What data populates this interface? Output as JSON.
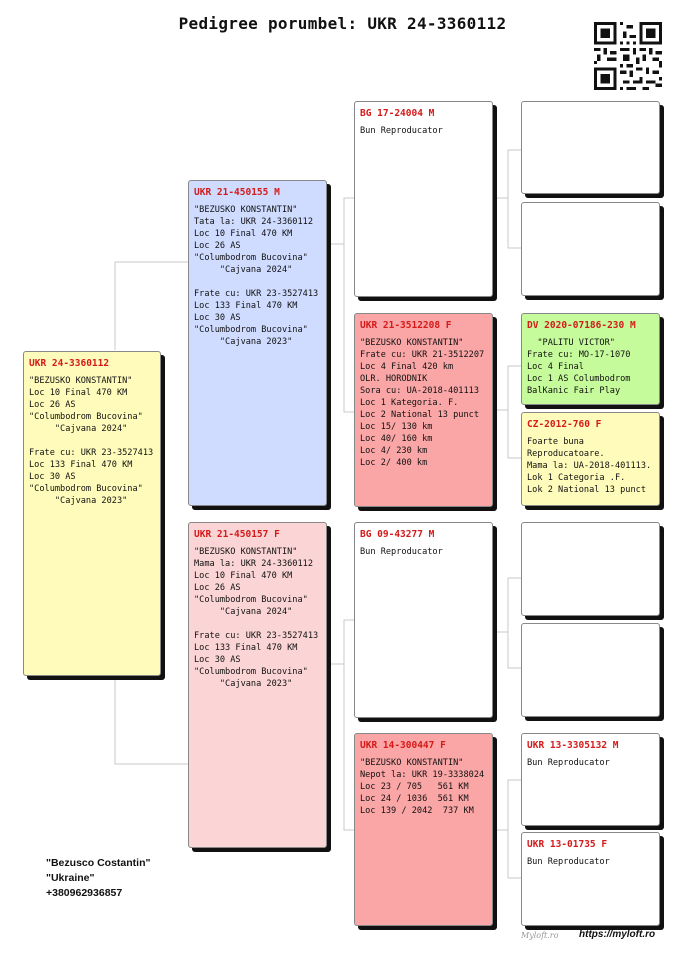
{
  "title": "Pedigree porumbel: UKR 24-3360112",
  "subject": {
    "id": "UKR 24-3360112",
    "text": "\"BEZUSKO KONSTANTIN\"\nLoc 10 Final 470 KM\nLoc 26 AS\n\"Columbodrom Bucovina\"\n     \"Cajvana 2024\"\n\nFrate cu: UKR 23-3527413\nLoc 133 Final 470 KM\nLoc 30 AS\n\"Columbodrom Bucovina\"\n     \"Cajvana 2023\""
  },
  "sire": {
    "id": "UKR 21-450155 M",
    "text": "\"BEZUSKO KONSTANTIN\"\nTata la: UKR 24-3360112\nLoc 10 Final 470 KM\nLoc 26 AS\n\"Columbodrom Bucovina\"\n     \"Cajvana 2024\"\n\nFrate cu: UKR 23-3527413\nLoc 133 Final 470 KM\nLoc 30 AS\n\"Columbodrom Bucovina\"\n     \"Cajvana 2023\""
  },
  "dam": {
    "id": "UKR 21-450157 F",
    "text": "\"BEZUSKO KONSTANTIN\"\nMama la: UKR 24-3360112\nLoc 10 Final 470 KM\nLoc 26 AS\n\"Columbodrom Bucovina\"\n     \"Cajvana 2024\"\n\nFrate cu: UKR 23-3527413\nLoc 133 Final 470 KM\nLoc 30 AS\n\"Columbodrom Bucovina\"\n     \"Cajvana 2023\""
  },
  "sire_sire": {
    "id": "BG 17-24004 M",
    "text": "Bun Reproducator"
  },
  "sire_dam": {
    "id": "UKR 21-3512208 F",
    "text": "\"BEZUSKO KONSTANTIN\"\nFrate cu: UKR 21-3512207\nLoc 4 Final 420 km\nOLR. HORODNIK\nSora cu: UA-2018-401113\nLoc 1 Kategoria. F.\nLoc 2 National 13 punct\nLoc 15/ 130 km\nLoc 40/ 160 km\nLoc 4/ 230 km\nLoc 2/ 400 km"
  },
  "dam_sire": {
    "id": "BG 09-43277 M",
    "text": "Bun Reproducator"
  },
  "dam_dam": {
    "id": "UKR 14-300447 F",
    "text": "\"BEZUSKO KONSTANTIN\"\nNepot la: UKR 19-3338024\nLoc 23 / 705   561 KM\nLoc 24 / 1036  561 KM\nLoc 139 / 2042  737 KM"
  },
  "g3": {
    "ss_s": {
      "id": "",
      "text": ""
    },
    "ss_d": {
      "id": "",
      "text": ""
    },
    "sd_s": {
      "id": "DV 2020-07186-230 M",
      "text": "  \"PALITU VICTOR\"\nFrate cu: MO-17-1070\nLoc 4 Final\nLoc 1 AS Columbodrom\nBalKanic Fair Play"
    },
    "sd_d": {
      "id": "CZ-2012-760 F",
      "text": "Foarte buna\nReproducatoare.\nMama la: UA-2018-401113.\nLok 1 Categoria .F.\nLok 2 National 13 punct"
    },
    "ds_s": {
      "id": "",
      "text": ""
    },
    "ds_d": {
      "id": "",
      "text": ""
    },
    "dd_s": {
      "id": "UKR 13-3305132 M",
      "text": "Bun Reproducator"
    },
    "dd_d": {
      "id": "UKR 13-01735 F",
      "text": "Bun Reproducator"
    }
  },
  "owner": {
    "name": "\"Bezusco Costantin\"",
    "country": "\"Ukraine\"",
    "phone": "+380962936857"
  },
  "footer": {
    "signature": "Myloft.ro",
    "url": "https://myloft.ro"
  }
}
